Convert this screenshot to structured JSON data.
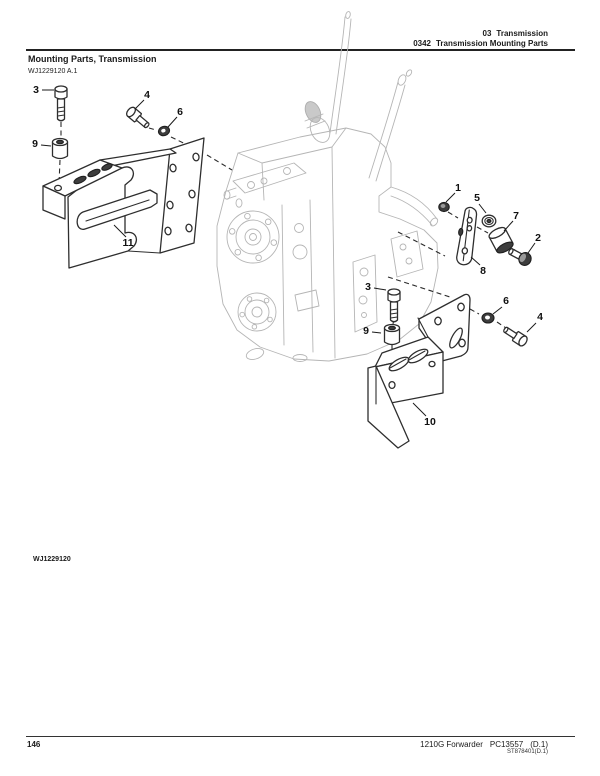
{
  "page": {
    "header": {
      "section_number": "03",
      "section_name": "Transmission",
      "subsection_number": "0342",
      "subsection_name": "Transmission Mounting Parts"
    },
    "title": "Mounting Parts, Transmission",
    "figure_code": "WJ1229120 A.1",
    "figure_label": "WJ1229120",
    "footer": {
      "page_number": "146",
      "model": "1210G Forwarder",
      "catalog_number": "PC13557",
      "revision": "(D.1)",
      "drawing_ref": "ST878401(D.1)"
    }
  },
  "colors": {
    "ink": "#1a1a1a",
    "part_line": "#2e2e2e",
    "ghost_line": "#b5b5b5",
    "paper": "#ffffff"
  },
  "diagram": {
    "callouts": [
      {
        "id": "c3-upper",
        "label": "3"
      },
      {
        "id": "c4-upper",
        "label": "4"
      },
      {
        "id": "c6-upper",
        "label": "6"
      },
      {
        "id": "c9-upper",
        "label": "9"
      },
      {
        "id": "c11",
        "label": "11"
      },
      {
        "id": "c1",
        "label": "1"
      },
      {
        "id": "c5",
        "label": "5"
      },
      {
        "id": "c7",
        "label": "7"
      },
      {
        "id": "c2",
        "label": "2"
      },
      {
        "id": "c8",
        "label": "8"
      },
      {
        "id": "c3-lower",
        "label": "3"
      },
      {
        "id": "c9-lower",
        "label": "9"
      },
      {
        "id": "c6-lower",
        "label": "6"
      },
      {
        "id": "c4-lower",
        "label": "4"
      },
      {
        "id": "c10",
        "label": "10"
      }
    ]
  }
}
